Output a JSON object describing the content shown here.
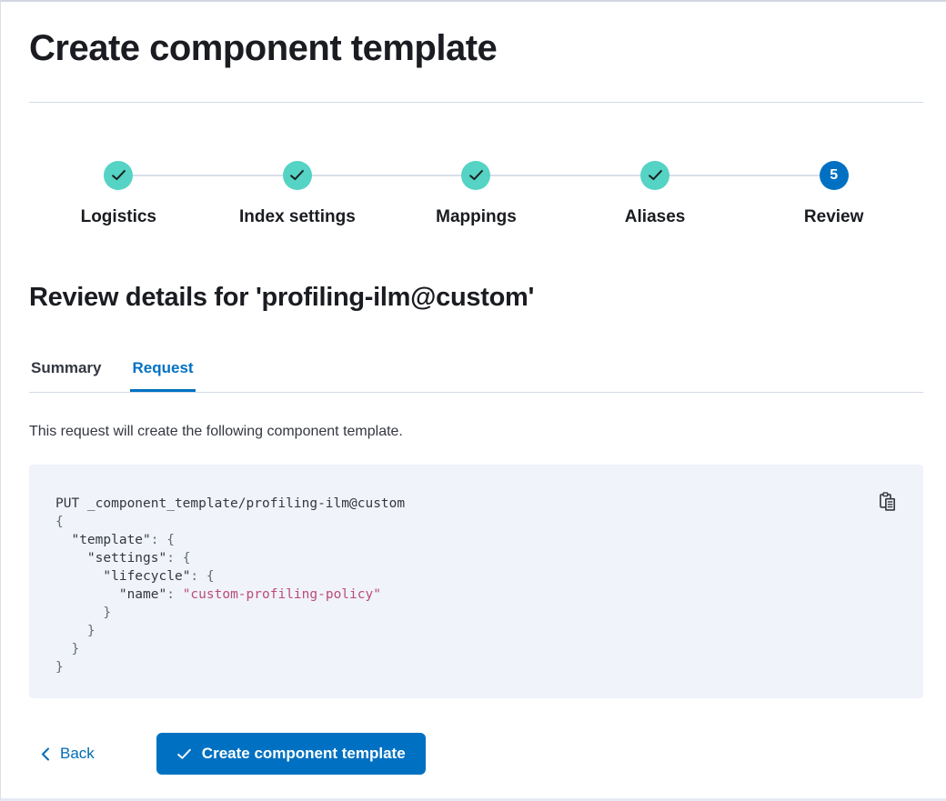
{
  "header": {
    "title": "Create component template"
  },
  "stepper": {
    "steps": [
      {
        "label": "Logistics",
        "status": "complete",
        "icon": "check-icon"
      },
      {
        "label": "Index settings",
        "status": "complete",
        "icon": "check-icon"
      },
      {
        "label": "Mappings",
        "status": "complete",
        "icon": "check-icon"
      },
      {
        "label": "Aliases",
        "status": "complete",
        "icon": "check-icon"
      },
      {
        "label": "Review",
        "status": "current",
        "number": "5"
      }
    ]
  },
  "review": {
    "heading": "Review details for 'profiling-ilm@custom'",
    "tabs": [
      {
        "label": "Summary",
        "active": false
      },
      {
        "label": "Request",
        "active": true
      }
    ],
    "description": "This request will create the following component template."
  },
  "code": {
    "copy_icon": "copy-clipboard-icon",
    "lines": [
      {
        "segments": [
          {
            "text": "PUT _component_template/profiling-ilm@custom",
            "type": "plain"
          }
        ]
      },
      {
        "segments": [
          {
            "text": "{",
            "type": "punct"
          }
        ]
      },
      {
        "segments": [
          {
            "text": "  ",
            "type": "plain"
          },
          {
            "text": "\"template\"",
            "type": "key"
          },
          {
            "text": ":",
            "type": "punct"
          },
          {
            "text": " ",
            "type": "plain"
          },
          {
            "text": "{",
            "type": "punct"
          }
        ]
      },
      {
        "segments": [
          {
            "text": "    ",
            "type": "plain"
          },
          {
            "text": "\"settings\"",
            "type": "key"
          },
          {
            "text": ":",
            "type": "punct"
          },
          {
            "text": " ",
            "type": "plain"
          },
          {
            "text": "{",
            "type": "punct"
          }
        ]
      },
      {
        "segments": [
          {
            "text": "      ",
            "type": "plain"
          },
          {
            "text": "\"lifecycle\"",
            "type": "key"
          },
          {
            "text": ":",
            "type": "punct"
          },
          {
            "text": " ",
            "type": "plain"
          },
          {
            "text": "{",
            "type": "punct"
          }
        ]
      },
      {
        "segments": [
          {
            "text": "        ",
            "type": "plain"
          },
          {
            "text": "\"name\"",
            "type": "key"
          },
          {
            "text": ":",
            "type": "punct"
          },
          {
            "text": " ",
            "type": "plain"
          },
          {
            "text": "\"custom-profiling-policy\"",
            "type": "string"
          }
        ]
      },
      {
        "segments": [
          {
            "text": "      ",
            "type": "plain"
          },
          {
            "text": "}",
            "type": "punct"
          }
        ]
      },
      {
        "segments": [
          {
            "text": "    ",
            "type": "plain"
          },
          {
            "text": "}",
            "type": "punct"
          }
        ]
      },
      {
        "segments": [
          {
            "text": "  ",
            "type": "plain"
          },
          {
            "text": "}",
            "type": "punct"
          }
        ]
      },
      {
        "segments": [
          {
            "text": "}",
            "type": "punct"
          }
        ]
      }
    ]
  },
  "footer": {
    "back_label": "Back",
    "back_icon": "chevron-left-icon",
    "submit_label": "Create component template",
    "submit_icon": "check-icon"
  },
  "colors": {
    "primary_blue": "#0071c2",
    "success_teal": "#55d3c4",
    "heading_text": "#1a1c21",
    "body_text": "#343741",
    "divider": "#d3dae6",
    "code_background": "#f0f3fa",
    "code_string": "#ba4c7a"
  }
}
